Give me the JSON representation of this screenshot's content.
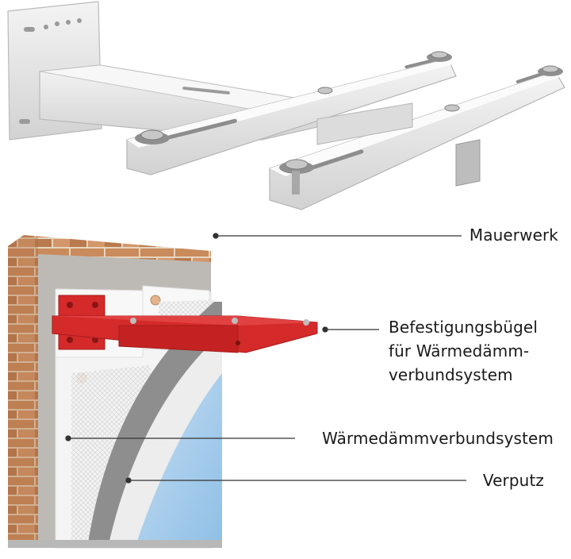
{
  "labels": {
    "mauerwerk": "Mauerwerk",
    "befestigung_line1": "Befestigungsbügel",
    "befestigung_line2": "für Wärmedämm-",
    "befestigung_line3": "verbundsystem",
    "wdvs": "Wärmedämmverbundsystem",
    "verputz": "Verputz"
  },
  "colors": {
    "bracket_metal": "#e6e6e6",
    "bracket_red": "#d42a2a",
    "brick": "#c98a5c",
    "mortar": "#e8d9c5",
    "insulation": "#f2f2f2",
    "plaster": "#a9cdea",
    "adhesive": "#8e8e8e",
    "leader_line": "#333333"
  }
}
